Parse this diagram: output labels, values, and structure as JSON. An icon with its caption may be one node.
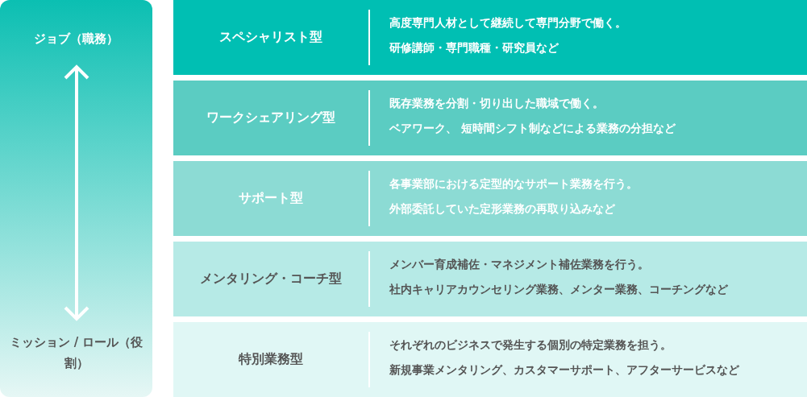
{
  "diagram": {
    "nodes": [
      {
        "text": [
          "ジョブ（職務）",
          "ミッション / ロール（役割）"
        ]
      },
      {
        "text": [
          "スペシャリスト型",
          "高度専門人材として継続して専門分野で働く。",
          "研修講師・専門職種・研究員など"
        ]
      },
      {
        "text": [
          "ワークシェアリング型",
          "既存業務を分割・切り出した職域で働く。",
          "ベアワーク、 短時間シフト制などによる業務の分担など"
        ]
      },
      {
        "text": [
          "サポート型",
          "各事業部における定型的なサポート業務を行う。",
          "外部委託していた定形業務の再取り込みなど"
        ]
      },
      {
        "text": [
          "メンタリング・コーチ型",
          "メンバー育成補佐・マネジメント補佐業務を行う。",
          "社内キャリアカウンセリング業務、メンター業務、コーチングなど"
        ]
      },
      {
        "text": [
          "特別業務型",
          "それぞれのビジネスで発生する個別の特定業務を担う。",
          "新規事業メンタリング、カスタマーサポート、アフターサービスなど"
        ]
      }
    ]
  }
}
